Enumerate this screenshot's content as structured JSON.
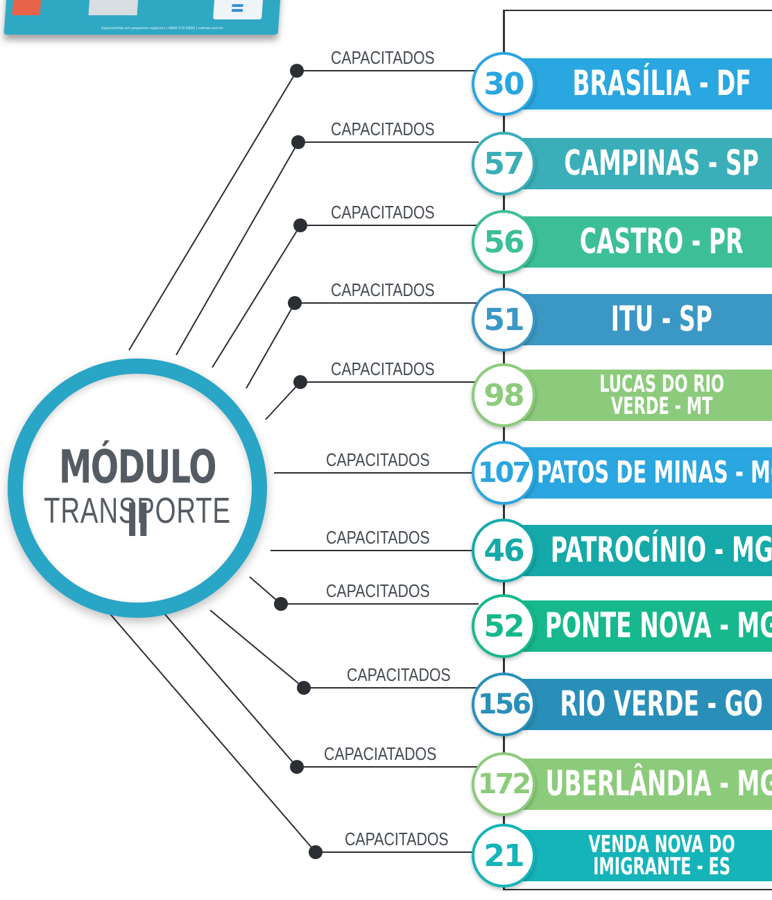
{
  "brochure": {
    "footer_text": "Especialistas em pequenos negócios | 0800 570 0800 | sebrae.com.br"
  },
  "hub": {
    "title": "MÓDULO II",
    "subtitle": "TRANSPORTE",
    "ring_color": "#29a5c6",
    "text_color": "#555b62"
  },
  "items": [
    {
      "count": "30",
      "city_lines": [
        "BRASÍLIA - DF"
      ],
      "label": "CAPACITADOS",
      "color": "#2aa6e0",
      "badge_border": "#2aa6e0"
    },
    {
      "count": "57",
      "city_lines": [
        "CAMPINAS - SP"
      ],
      "label": "CAPACITADOS",
      "color": "#3aaeb9",
      "badge_border": "#3aaeb9"
    },
    {
      "count": "56",
      "city_lines": [
        "CASTRO - PR"
      ],
      "label": "CAPACITADOS",
      "color": "#3cbf97",
      "badge_border": "#3cbf97"
    },
    {
      "count": "51",
      "city_lines": [
        "ITU - SP"
      ],
      "label": "CAPACITADOS",
      "color": "#3b97c4",
      "badge_border": "#3b97c4"
    },
    {
      "count": "98",
      "city_lines": [
        "LUCAS DO RIO",
        "VERDE - MT"
      ],
      "label": "CAPACITADOS",
      "color": "#8ccb7b",
      "badge_border": "#8ccb7b"
    },
    {
      "count": "107",
      "city_lines": [
        "PATOS DE MINAS - MG"
      ],
      "label": "CAPACITADOS",
      "color": "#2aa6e0",
      "badge_border": "#2aa6e0"
    },
    {
      "count": "46",
      "city_lines": [
        "PATROCÍNIO - MG"
      ],
      "label": "CAPACITADOS",
      "color": "#15a9a9",
      "badge_border": "#15a9a9"
    },
    {
      "count": "52",
      "city_lines": [
        "PONTE NOVA - MG"
      ],
      "label": "CAPACITADOS",
      "color": "#17b88d",
      "badge_border": "#17b88d"
    },
    {
      "count": "156",
      "city_lines": [
        "RIO VERDE - GO"
      ],
      "label": "CAPACITADOS",
      "color": "#2a8fb8",
      "badge_border": "#2a8fb8"
    },
    {
      "count": "172",
      "city_lines": [
        "UBERLÂNDIA - MG"
      ],
      "label": "CAPACIATADOS",
      "color": "#8ccb7b",
      "badge_border": "#8ccb7b"
    },
    {
      "count": "21",
      "city_lines": [
        "VENDA NOVA DO",
        "IMIGRANTE - ES"
      ],
      "label": "CAPACITADOS",
      "color": "#14b4b9",
      "badge_border": "#14b4b9"
    }
  ]
}
